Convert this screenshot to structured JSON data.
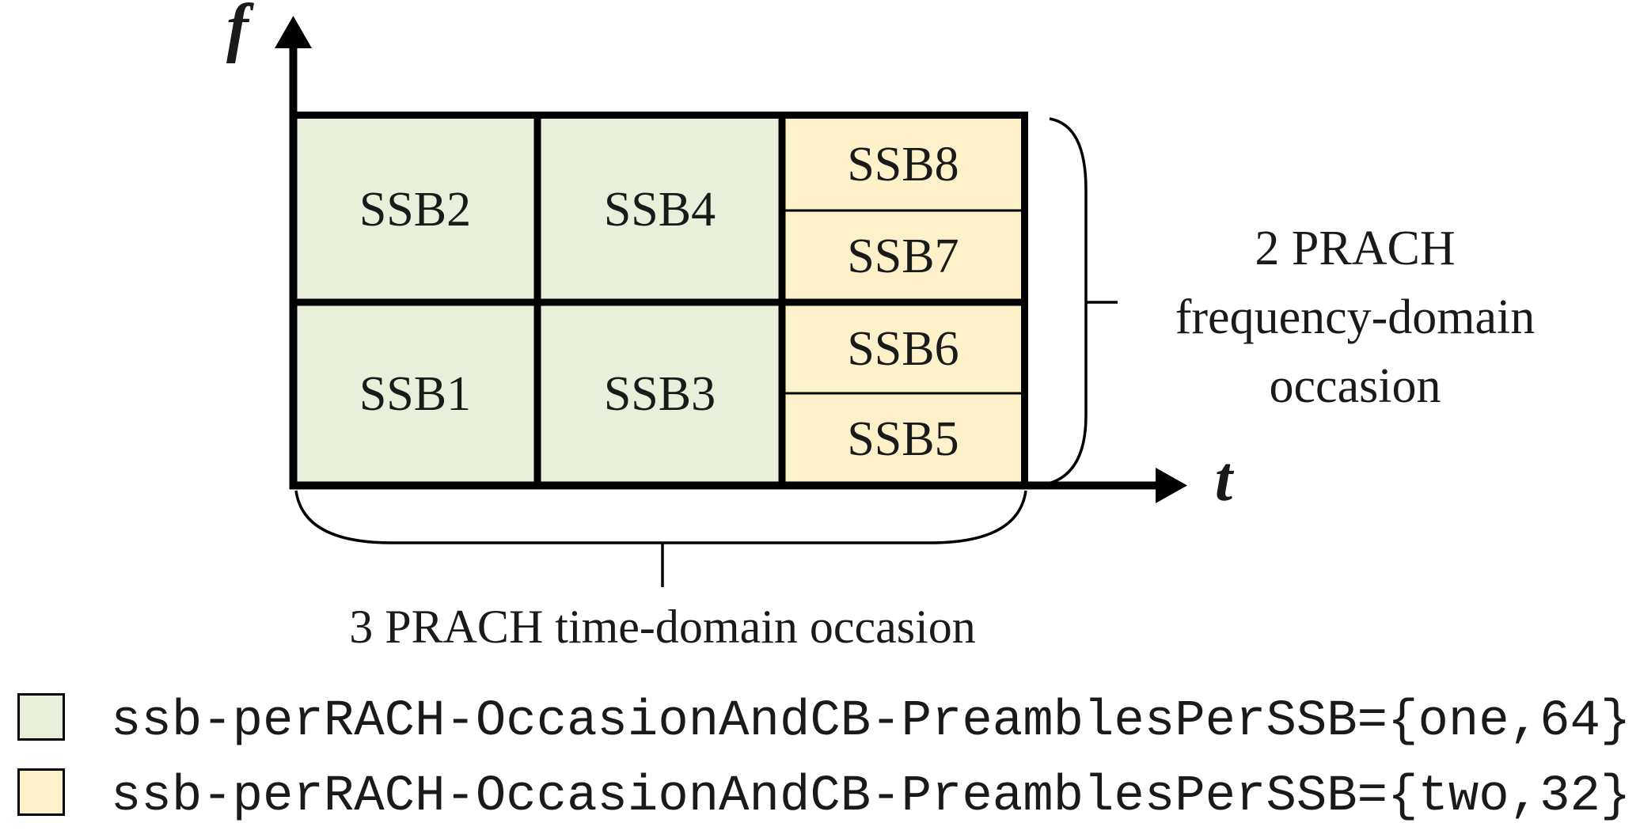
{
  "axes": {
    "y_label": "f",
    "x_label": "t"
  },
  "cells": [
    {
      "id": "ssb1",
      "label": "SSB1",
      "group": "one64"
    },
    {
      "id": "ssb2",
      "label": "SSB2",
      "group": "one64"
    },
    {
      "id": "ssb3",
      "label": "SSB3",
      "group": "one64"
    },
    {
      "id": "ssb4",
      "label": "SSB4",
      "group": "one64"
    },
    {
      "id": "ssb5",
      "label": "SSB5",
      "group": "two32"
    },
    {
      "id": "ssb6",
      "label": "SSB6",
      "group": "two32"
    },
    {
      "id": "ssb7",
      "label": "SSB7",
      "group": "two32"
    },
    {
      "id": "ssb8",
      "label": "SSB8",
      "group": "two32"
    }
  ],
  "annotations": {
    "frequency_line1": "2 PRACH",
    "frequency_line2": "frequency-domain",
    "frequency_line3": "occasion",
    "time": "3 PRACH time-domain occasion"
  },
  "legend": [
    {
      "swatch": "green",
      "label": "ssb-perRACH-OccasionAndCB-PreamblesPerSSB={one,64}"
    },
    {
      "swatch": "yellow",
      "label": "ssb-perRACH-OccasionAndCB-PreamblesPerSSB={two,32}"
    }
  ],
  "colors": {
    "green": "#e8f0dc",
    "yellow": "#fcf1c9",
    "line": "#000000"
  }
}
